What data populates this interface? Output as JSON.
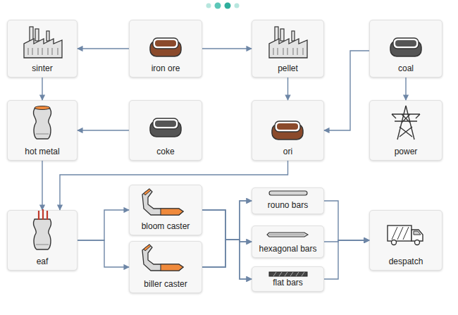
{
  "diagram": {
    "nodes": [
      {
        "text": [
          "sinter"
        ]
      },
      {
        "text": [
          "iron ore"
        ]
      },
      {
        "text": [
          "pellet"
        ]
      },
      {
        "text": [
          "coal"
        ]
      },
      {
        "text": [
          "hot metal"
        ]
      },
      {
        "text": [
          "coke"
        ]
      },
      {
        "text": [
          "ori"
        ]
      },
      {
        "text": [
          "power"
        ]
      },
      {
        "text": [
          "eaf"
        ]
      },
      {
        "text": [
          "bloom caster"
        ]
      },
      {
        "text": [
          "biller caster"
        ]
      },
      {
        "text": [
          "rouno bars"
        ]
      },
      {
        "text": [
          "hexagonal bars"
        ]
      },
      {
        "text": [
          "flat bars"
        ]
      },
      {
        "text": [
          "despatch"
        ]
      }
    ],
    "edges": [
      {
        "from": 1,
        "to": 0,
        "arrow": "to"
      },
      {
        "from": 1,
        "to": 2,
        "arrow": "to"
      },
      {
        "from": 0,
        "to": 4,
        "arrow": "to"
      },
      {
        "from": 2,
        "to": 6,
        "arrow": "to"
      },
      {
        "from": 3,
        "to": 6,
        "arrow": "to"
      },
      {
        "from": 3,
        "to": 7,
        "arrow": "to"
      },
      {
        "from": 5,
        "to": 4,
        "arrow": "to"
      },
      {
        "from": 4,
        "to": 8,
        "arrow": "to"
      },
      {
        "from": 6,
        "to": 8,
        "arrow": "to"
      },
      {
        "from": 8,
        "to": 9,
        "arrow": "to"
      },
      {
        "from": 8,
        "to": 10,
        "arrow": "to"
      },
      {
        "from": 9,
        "to": 11,
        "arrow": "to"
      },
      {
        "from": 9,
        "to": 12,
        "arrow": "to"
      },
      {
        "from": 9,
        "to": 13,
        "arrow": "to"
      },
      {
        "from": 10,
        "to": 11,
        "arrow": "to"
      },
      {
        "from": 10,
        "to": 12,
        "arrow": "to"
      },
      {
        "from": 10,
        "to": 13,
        "arrow": "to"
      },
      {
        "from": 11,
        "to": 14,
        "arrow": "to"
      },
      {
        "from": 12,
        "to": 14,
        "arrow": "to"
      },
      {
        "from": 13,
        "to": 14,
        "arrow": "to"
      }
    ]
  }
}
